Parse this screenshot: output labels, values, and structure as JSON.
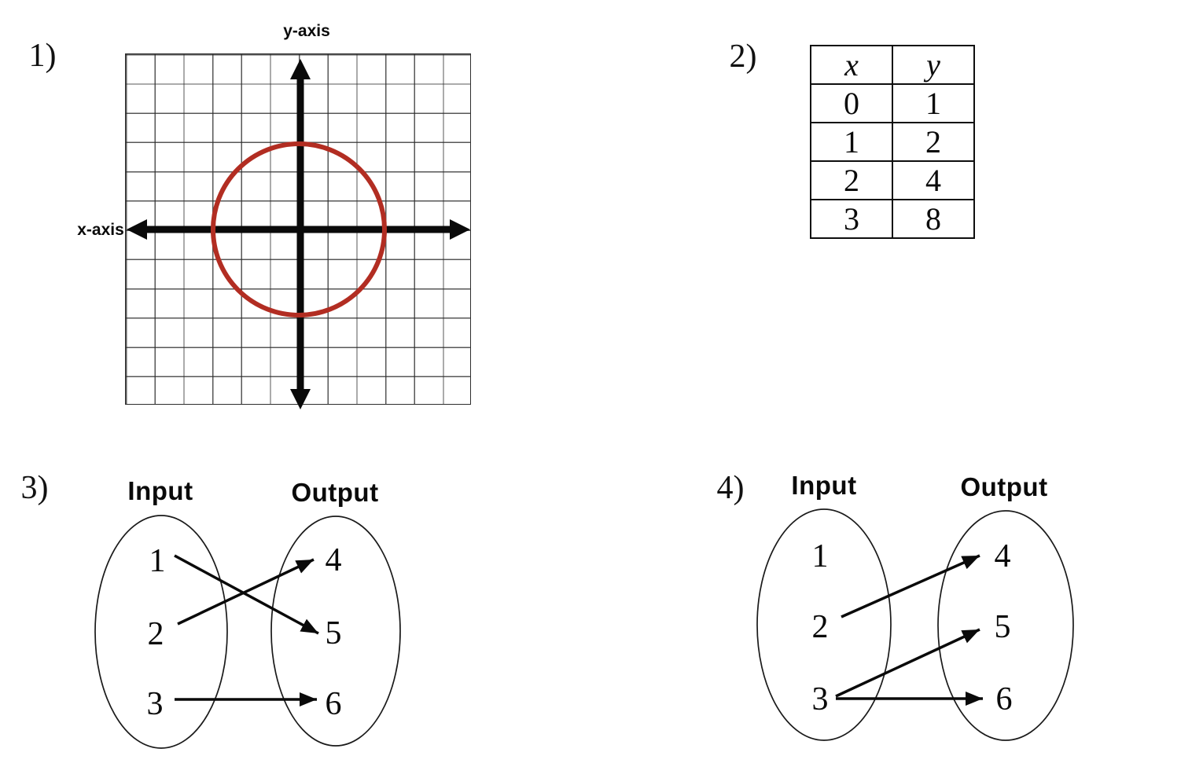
{
  "q1": {
    "number": "1)",
    "y_axis_label": "y-axis",
    "x_axis_label": "x-axis",
    "graph": {
      "grid_cols": 12,
      "grid_rows": 12,
      "shape": "circle",
      "circle_centered_at_origin": true,
      "circle_radius_grid_units": 3,
      "circle_color": "#b22d22",
      "axis_color": "#0a0a0a"
    }
  },
  "q2": {
    "number": "2)",
    "table": {
      "col_headers": [
        "x",
        "y"
      ],
      "rows": [
        [
          "0",
          "1"
        ],
        [
          "1",
          "2"
        ],
        [
          "2",
          "4"
        ],
        [
          "3",
          "8"
        ]
      ]
    }
  },
  "q3": {
    "number": "3)",
    "input_label": "Input",
    "output_label": "Output",
    "inputs": [
      "1",
      "2",
      "3"
    ],
    "outputs": [
      "4",
      "5",
      "6"
    ],
    "arrows": [
      {
        "from": "1",
        "to": "5"
      },
      {
        "from": "2",
        "to": "4"
      },
      {
        "from": "3",
        "to": "6"
      }
    ]
  },
  "q4": {
    "number": "4)",
    "input_label": "Input",
    "output_label": "Output",
    "inputs": [
      "1",
      "2",
      "3"
    ],
    "outputs": [
      "4",
      "5",
      "6"
    ],
    "arrows": [
      {
        "from": "2",
        "to": "4"
      },
      {
        "from": "3",
        "to": "5"
      },
      {
        "from": "3",
        "to": "6"
      }
    ]
  }
}
